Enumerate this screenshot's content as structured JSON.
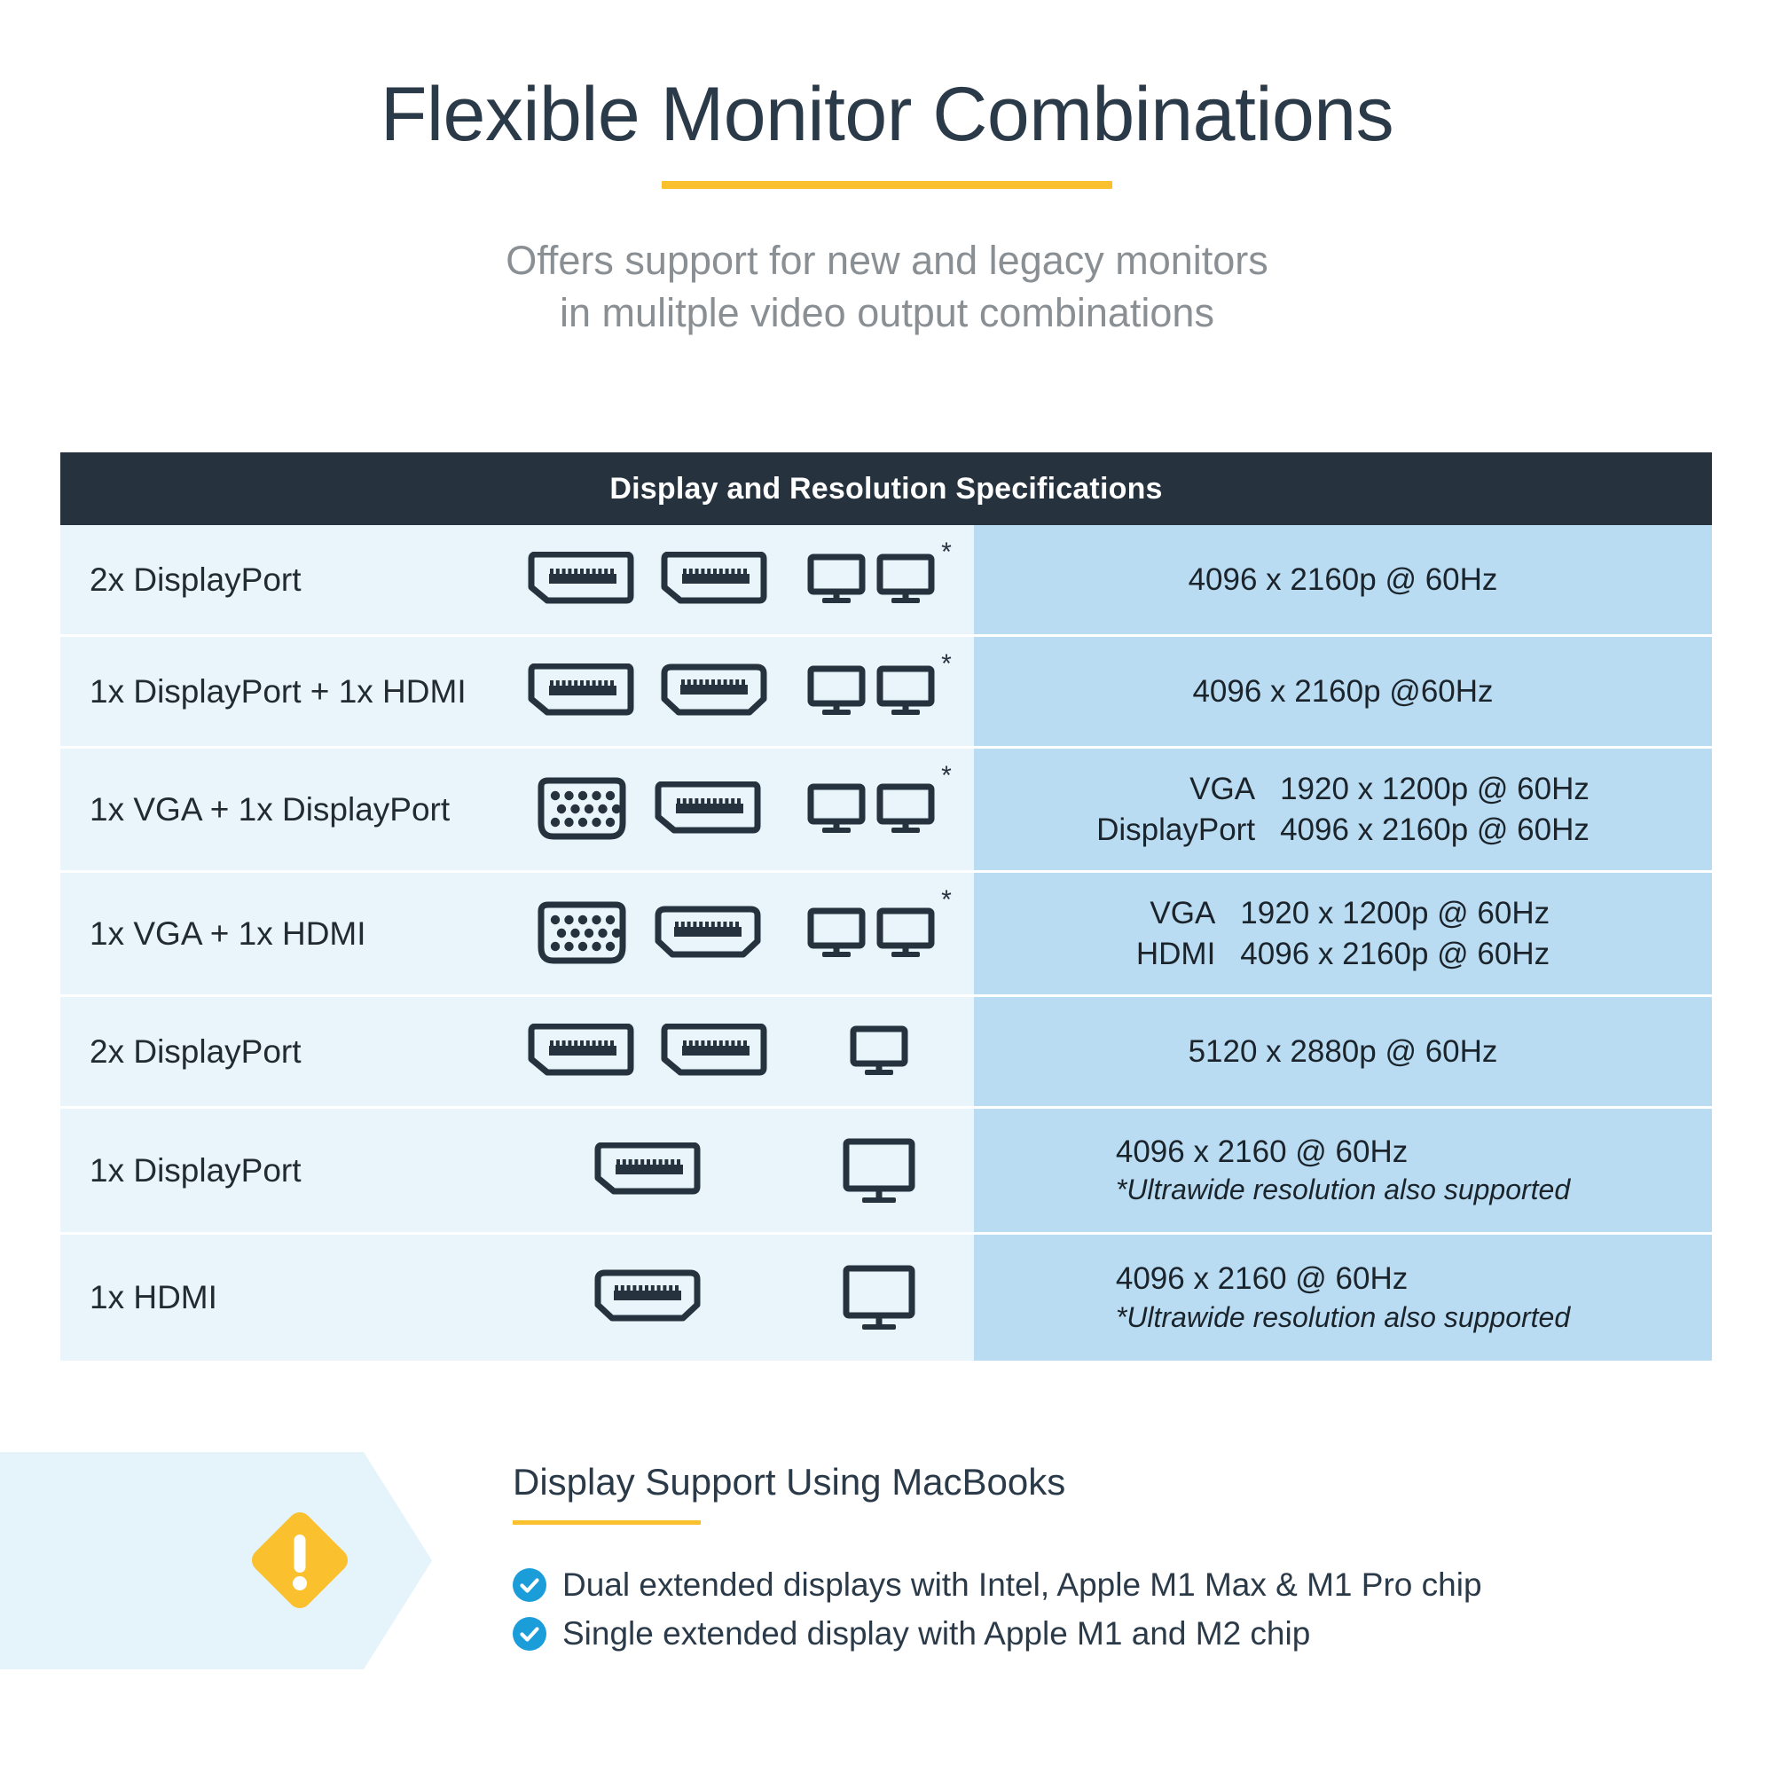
{
  "header": {
    "title": "Flexible Monitor Combinations",
    "subtitle_line1": "Offers support for new and legacy monitors",
    "subtitle_line2": "in mulitple video output combinations",
    "accent_color": "#fbc02d",
    "title_color": "#2b3a48"
  },
  "table": {
    "header_label": "Display and Resolution Specifications",
    "header_bg": "#26333f",
    "row_bg": "#eaf4fb",
    "resolution_bg": "#b9dcf2",
    "rows": [
      {
        "label": "2x DisplayPort",
        "ports": [
          "displayport",
          "displayport"
        ],
        "monitors": 2,
        "monitor_size": "small",
        "asterisk": "*",
        "res_names": [],
        "res_values": [
          "4096 x 2160p @ 60Hz"
        ],
        "note": ""
      },
      {
        "label": "1x DisplayPort + 1x HDMI",
        "ports": [
          "displayport",
          "hdmi"
        ],
        "monitors": 2,
        "monitor_size": "small",
        "asterisk": "*",
        "res_names": [],
        "res_values": [
          "4096 x 2160p @60Hz"
        ],
        "note": ""
      },
      {
        "label": "1x VGA + 1x DisplayPort",
        "ports": [
          "vga",
          "displayport"
        ],
        "monitors": 2,
        "monitor_size": "small",
        "asterisk": "*",
        "res_names": [
          "VGA",
          "DisplayPort"
        ],
        "res_values": [
          "1920 x 1200p @ 60Hz",
          "4096 x 2160p @ 60Hz"
        ],
        "note": ""
      },
      {
        "label": "1x VGA + 1x HDMI",
        "ports": [
          "vga",
          "hdmi"
        ],
        "monitors": 2,
        "monitor_size": "small",
        "asterisk": "*",
        "res_names": [
          "VGA",
          "HDMI"
        ],
        "res_values": [
          "1920 x 1200p @ 60Hz",
          "4096 x 2160p @ 60Hz"
        ],
        "note": ""
      },
      {
        "label": "2x DisplayPort",
        "ports": [
          "displayport",
          "displayport"
        ],
        "monitors": 1,
        "monitor_size": "small",
        "asterisk": "",
        "res_names": [],
        "res_values": [
          "5120 x 2880p @ 60Hz"
        ],
        "note": ""
      },
      {
        "label": "1x DisplayPort",
        "ports": [
          "displayport"
        ],
        "monitors": 1,
        "monitor_size": "large",
        "asterisk": "",
        "res_names": [],
        "res_values": [
          "4096 x 2160 @ 60Hz"
        ],
        "note": "*Ultrawide resolution also supported"
      },
      {
        "label": "1x HDMI",
        "ports": [
          "hdmi"
        ],
        "monitors": 1,
        "monitor_size": "large",
        "asterisk": "",
        "res_names": [],
        "res_values": [
          "4096 x 2160 @ 60Hz"
        ],
        "note": "*Ultrawide resolution also supported"
      }
    ]
  },
  "callout": {
    "icon": "warning-exclamation-diamond",
    "icon_color": "#fbc02d",
    "banner_color": "#e5f3fb",
    "title": "Display Support Using MacBooks",
    "bullets": [
      "Dual extended displays with Intel, Apple M1 Max & M1 Pro chip",
      "Single extended display with Apple M1 and M2 chip"
    ],
    "check_color": "#1b9dd9"
  }
}
